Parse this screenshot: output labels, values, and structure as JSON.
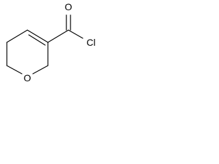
{
  "molecule": {
    "atoms": {
      "carbonyl_oxygen": "O",
      "chlorine": "Cl",
      "ring_oxygen": "O"
    }
  },
  "colors": {
    "background": "#ffffff",
    "bond": "#000000",
    "label": "#000000"
  }
}
